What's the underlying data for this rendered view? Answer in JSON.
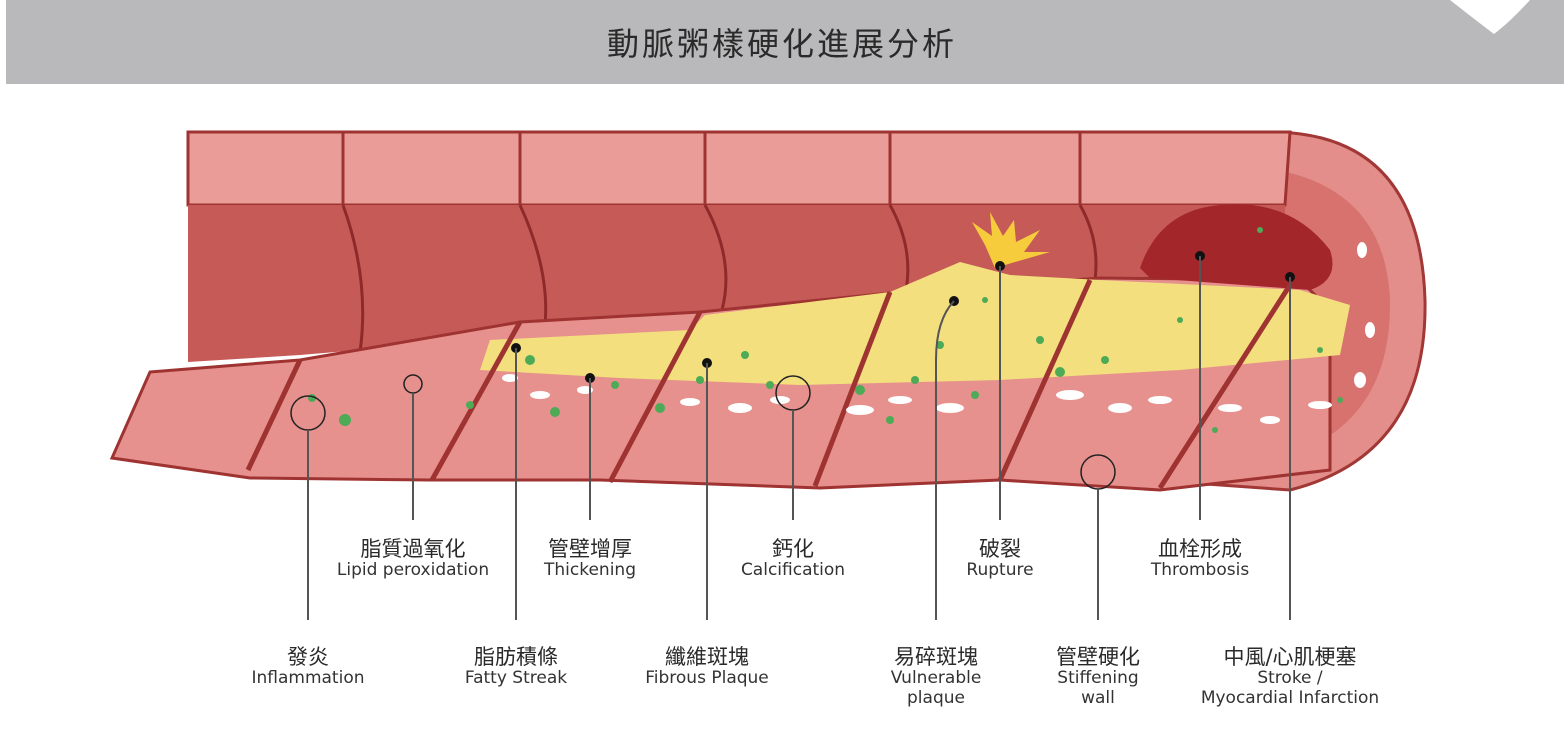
{
  "header": {
    "title": "動脈粥樣硬化進展分析"
  },
  "labels": {
    "inflammation": {
      "zh": "發炎",
      "en": "Inflammation"
    },
    "lipid_peroxidation": {
      "zh": "脂質過氧化",
      "en": "Lipid peroxidation"
    },
    "fatty_streak": {
      "zh": "脂肪積條",
      "en": "Fatty Streak"
    },
    "thickening": {
      "zh": "管壁增厚",
      "en": "Thickening"
    },
    "fibrous_plaque": {
      "zh": "纖維斑塊",
      "en": "Fibrous Plaque"
    },
    "calcification": {
      "zh": "鈣化",
      "en": "Calcification"
    },
    "vulnerable_plaque": {
      "zh": "易碎斑塊",
      "en1": "Vulnerable",
      "en2": "plaque"
    },
    "rupture": {
      "zh": "破裂",
      "en": "Rupture"
    },
    "stiffening_wall": {
      "zh": "管壁硬化",
      "en1": "Stiffening",
      "en2": "wall"
    },
    "thrombosis": {
      "zh": "血栓形成",
      "en": "Thrombosis"
    },
    "stroke_mi": {
      "zh": "中風/心肌梗塞",
      "en1": "Stroke /",
      "en2": "Myocardial Infarction"
    }
  },
  "colors": {
    "wall_light": "#e99a96",
    "wall_mid": "#d9706d",
    "wall_dark": "#9e3331",
    "lumen": "#c65a57",
    "plaque": "#f3df7e",
    "particle_green": "#4daa57",
    "calcium": "#ffffff",
    "thrombus": "#a3262b",
    "rupture": "#f6cc3d"
  }
}
